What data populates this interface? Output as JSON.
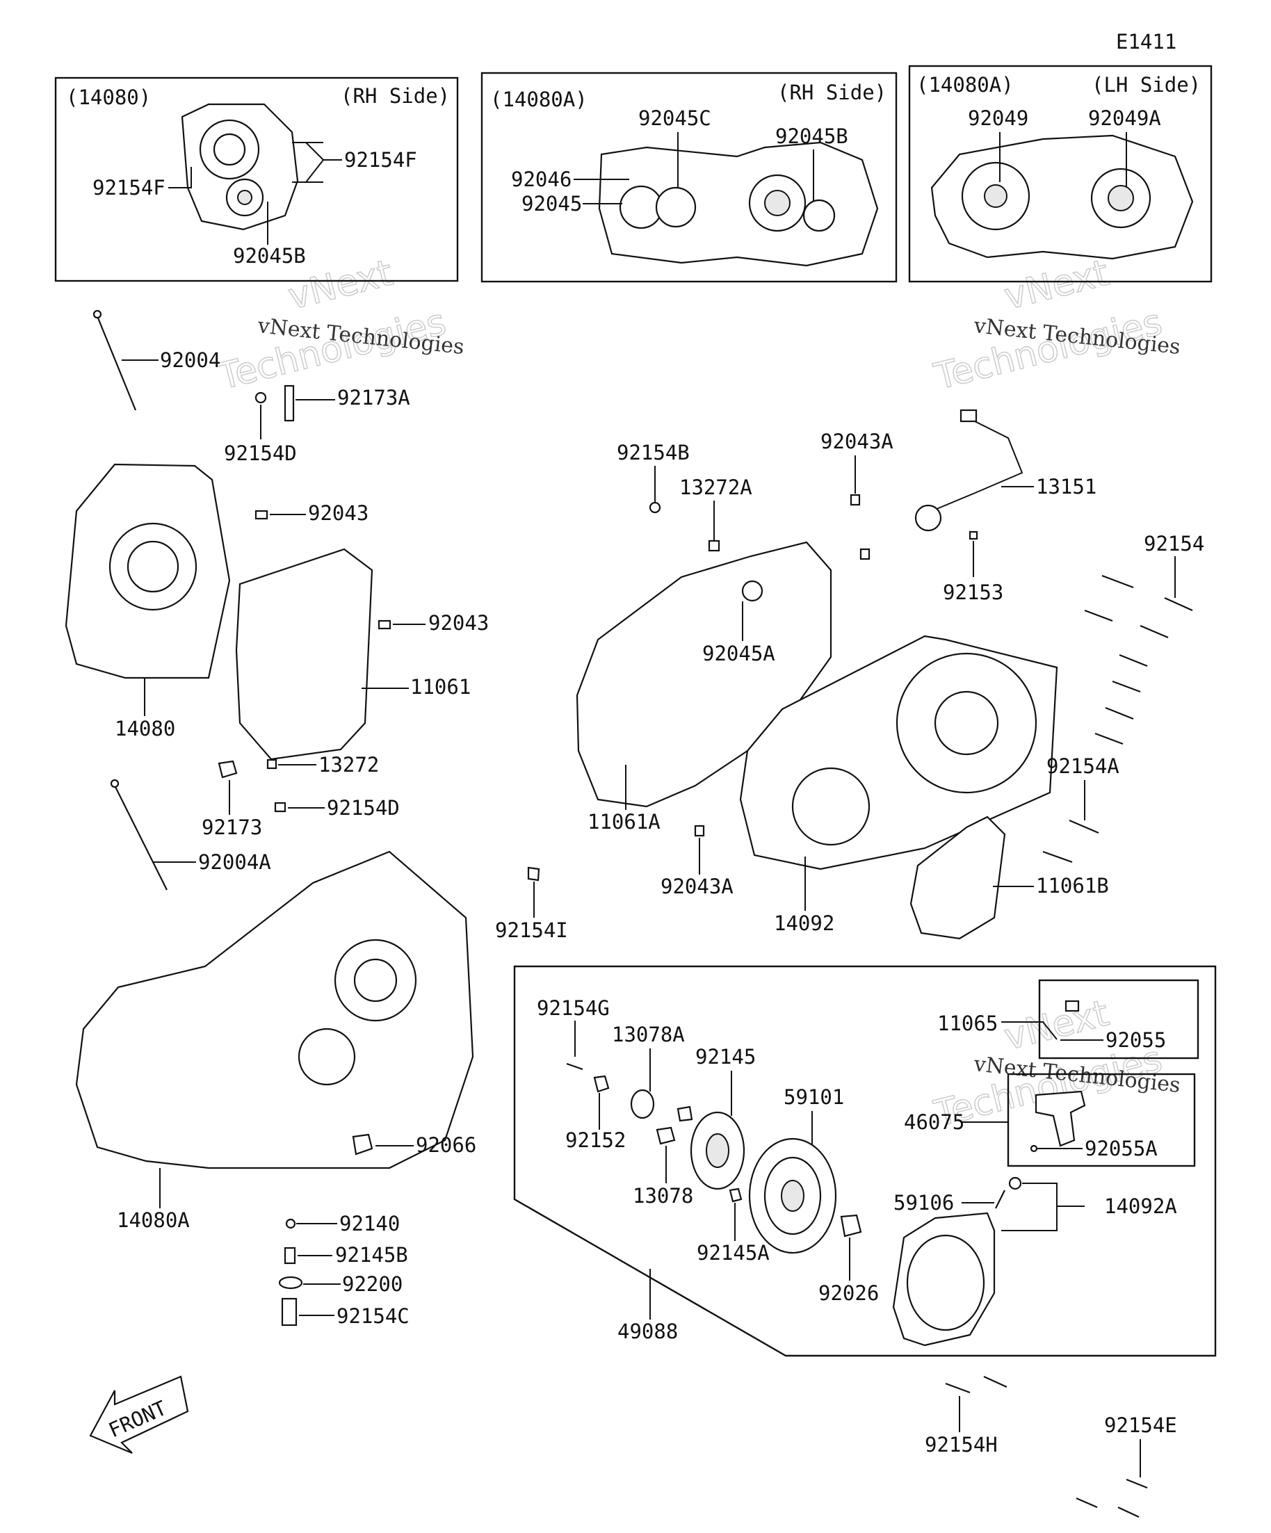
{
  "diagram_code": "E1411",
  "panels": {
    "panel1": {
      "code": "(14080)",
      "side": "(RH Side)"
    },
    "panel2": {
      "code": "(14080A)",
      "side": "(RH Side)"
    },
    "panel3": {
      "code": "(14080A)",
      "side": "(LH Side)"
    }
  },
  "watermark": {
    "brand": "vNext",
    "line2": "Technologies",
    "caption": "vNext Technologies"
  },
  "front_label": "FRONT",
  "labels": {
    "p1_92154F_a": "92154F",
    "p1_92154F_b": "92154F",
    "p1_92045B": "92045B",
    "p2_92045C": "92045C",
    "p2_92045B": "92045B",
    "p2_92046": "92046",
    "p2_92045": "92045",
    "p3_92049": "92049",
    "p3_92049A": "92049A",
    "l_92004": "92004",
    "l_92173A": "92173A",
    "l_92154D": "92154D",
    "l_92043_a": "92043",
    "l_92043_b": "92043",
    "l_11061": "11061",
    "l_14080": "14080",
    "l_13272": "13272",
    "l_92173": "92173",
    "l_92154D_b": "92154D",
    "l_92004A": "92004A",
    "l_92066": "92066",
    "l_14080A": "14080A",
    "l_92140": "92140",
    "l_92145B": "92145B",
    "l_92200": "92200",
    "l_92154C": "92154C",
    "m_92154B": "92154B",
    "m_13272A": "13272A",
    "m_92043A": "92043A",
    "m_13151": "13151",
    "m_92153": "92153",
    "m_92154": "92154",
    "m_92045A": "92045A",
    "m_92154A": "92154A",
    "m_11061A": "11061A",
    "m_92043A_b": "92043A",
    "m_14092": "14092",
    "m_11061B": "11061B",
    "m_92154I": "92154I",
    "b_92154G": "92154G",
    "b_13078A": "13078A",
    "b_92145": "92145",
    "b_59101": "59101",
    "b_11065": "11065",
    "b_92055": "92055",
    "b_46075": "46075",
    "b_92055A": "92055A",
    "b_92152": "92152",
    "b_13078": "13078",
    "b_92145A": "92145A",
    "b_59106": "59106",
    "b_14092A": "14092A",
    "b_92026": "92026",
    "b_49088": "49088",
    "b_92154H": "92154H",
    "b_92154E": "92154E"
  }
}
